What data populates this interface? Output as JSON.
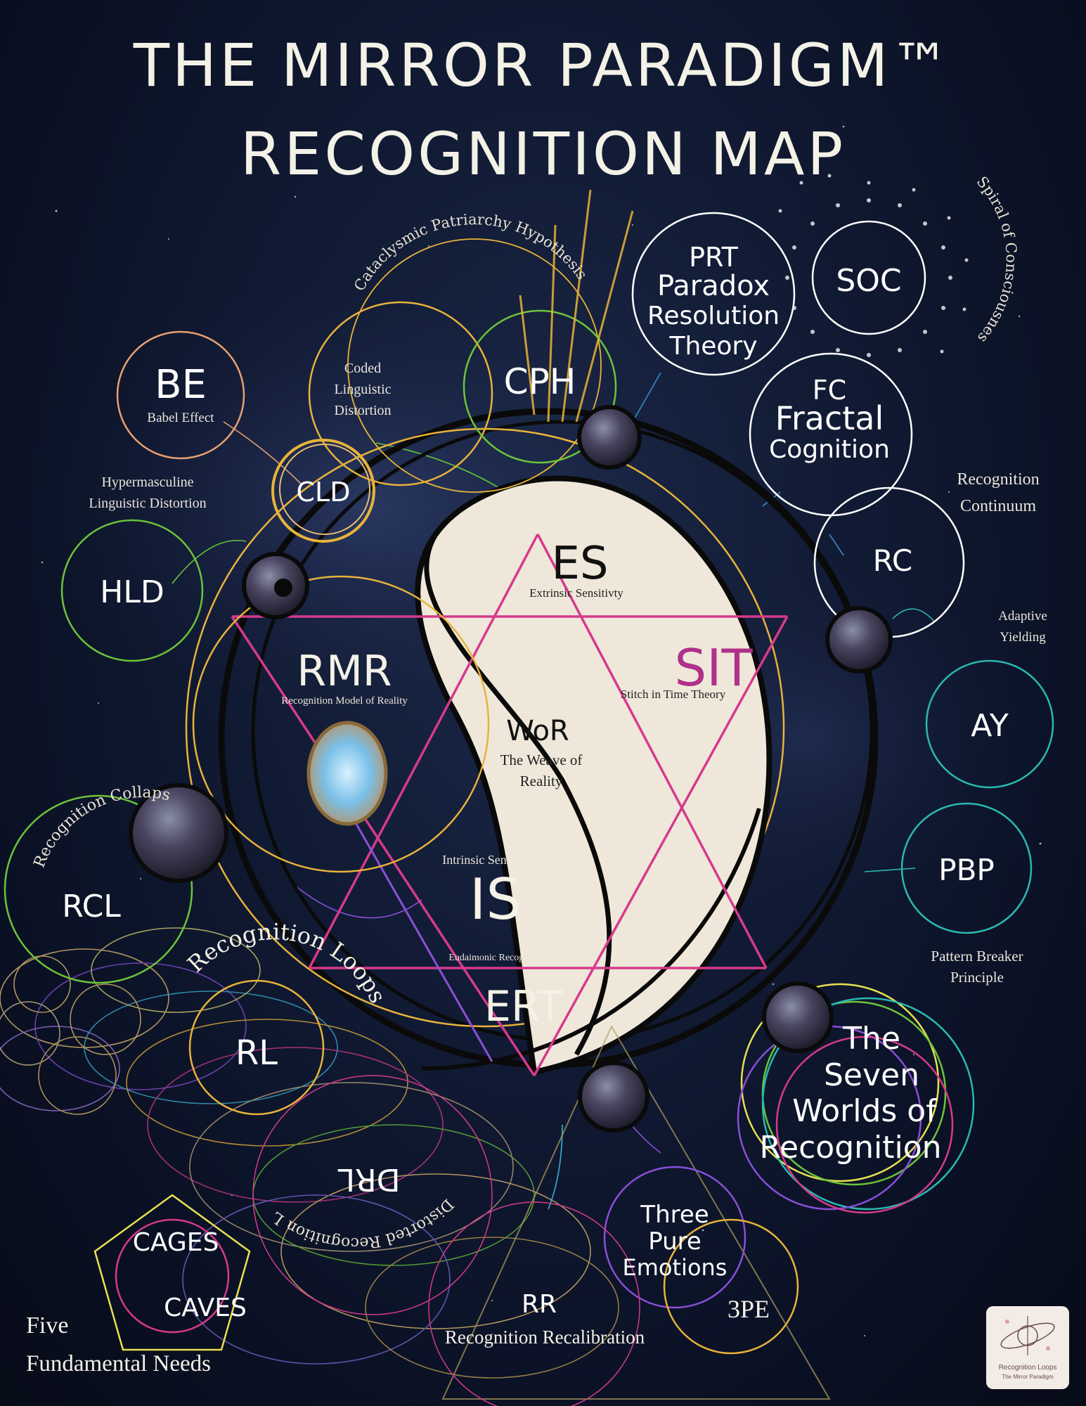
{
  "title": {
    "line1": "THE MIRROR PARADIGM™",
    "line2": "RECOGNITION MAP"
  },
  "center": {
    "es": {
      "abbr": "ES",
      "name": "Extrinsic Sensitivty"
    },
    "sit": {
      "abbr": "SIT",
      "name": "Stitch in Time Theory"
    },
    "wor": {
      "abbr": "WoR",
      "name_line1": "The Weave of",
      "name_line2": "Reality"
    },
    "is": {
      "abbr": "IS",
      "name": "Intrinsic Sensitivity"
    },
    "ert": {
      "abbr": "ERT",
      "name": "Eudaimonic Recognition Theory"
    },
    "rmr": {
      "abbr": "RMR",
      "name": "Recognition Model of Reality"
    }
  },
  "nodes": {
    "cph": {
      "abbr": "CPH",
      "arc": "Cataclysmic  Patriarchy Hypothesis"
    },
    "prt": {
      "line1": "PRT",
      "line2": "Paradox",
      "line3": "Resolution",
      "line4": "Theory"
    },
    "soc": {
      "abbr": "SOC",
      "arc": "Spiral of Consciousness"
    },
    "fc": {
      "line1": "FC",
      "line2": "Fractal",
      "line3": "Cognition"
    },
    "rc": {
      "abbr": "RC",
      "name_line1": "Recognition",
      "name_line2": "Continuum"
    },
    "ay": {
      "abbr": "AY",
      "name_line1": "Adaptive",
      "name_line2": "Yielding"
    },
    "pbp": {
      "abbr": "PBP",
      "name_line1": "Pattern Breaker",
      "name_line2": "Principle"
    },
    "swr": {
      "line1": "The",
      "line2": "Seven",
      "line3": "Worlds of",
      "line4": "Recognition"
    },
    "be": {
      "abbr": "BE",
      "name": "Babel Effect"
    },
    "cld": {
      "abbr": "CLD",
      "name_line1": "Coded",
      "name_line2": "Linguistic",
      "name_line3": "Distortion"
    },
    "hld": {
      "abbr": "HLD",
      "name_line1": "Hypermasculine",
      "name_line2": "Linguistic Distortion"
    },
    "rcl": {
      "abbr": "RCL",
      "arc": "Recognition Collapse"
    },
    "rl": {
      "abbr": "RL",
      "arc": "Recognition Loops"
    },
    "drl": {
      "abbr": "DRL",
      "arc": "Distorted Recognition Loops"
    },
    "tpe": {
      "line1": "Three",
      "line2": "Pure",
      "line3": "Emotions",
      "abbr": "3PE"
    },
    "rr": {
      "abbr": "RR",
      "name": "Recognition Recalibration"
    },
    "cages": {
      "line1": "CAGES",
      "line2": "CAVES"
    },
    "ffn": {
      "line1": "Five",
      "line2": "Fundamental Needs"
    }
  },
  "logo": {
    "line1": "Recognition Loops",
    "line2": "The Mirror Paradigm"
  },
  "colors": {
    "background": "#0e1730",
    "yin": "#efe8da",
    "triangle": "#d63a8c",
    "gold": "#e8b33a",
    "green": "#6cc43a",
    "teal": "#2ab8b0",
    "purple": "#8a4fd8"
  }
}
